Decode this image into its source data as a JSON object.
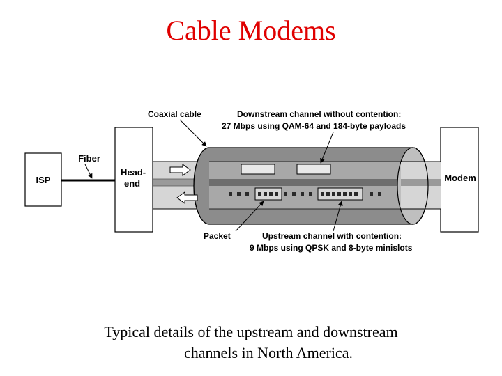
{
  "title": "Cable Modems",
  "diagram": {
    "isp_label": "ISP",
    "fiber_label": "Fiber",
    "headend_line1": "Head-",
    "headend_line2": "end",
    "modem_label": "Modem",
    "coax_label": "Coaxial cable",
    "downstream_line1": "Downstream channel without contention:",
    "downstream_line2": "27 Mbps using QAM-64 and 184-byte payloads",
    "packet_label": "Packet",
    "upstream_line1": "Upstream channel with contention:",
    "upstream_line2": "9 Mbps using QPSK and 8-byte minislots"
  },
  "caption": {
    "line1": "Typical details of the upstream and downstream",
    "line2": "channels in North America."
  }
}
